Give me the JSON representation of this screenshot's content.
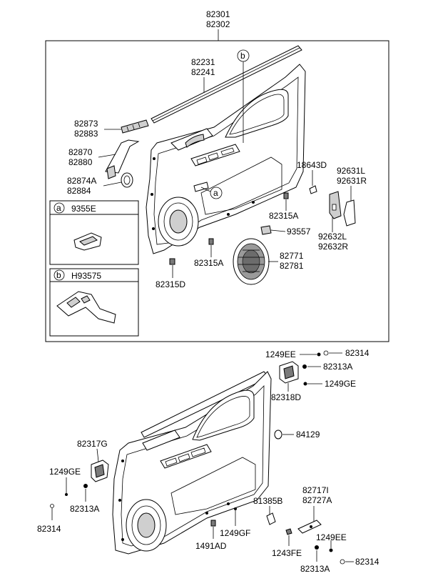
{
  "top_assembly": {
    "line1": "82301",
    "line2": "82302"
  },
  "callouts": {
    "c82231": {
      "line1": "82231",
      "line2": "82241"
    },
    "c82873": {
      "line1": "82873",
      "line2": "82883"
    },
    "c82870": {
      "line1": "82870",
      "line2": "82880"
    },
    "c82874": {
      "line1": "82874A",
      "line2": "82884"
    },
    "c18643": {
      "line1": "18643D"
    },
    "c92631": {
      "line1": "92631L",
      "line2": "92631R"
    },
    "c82315a_1": {
      "line1": "82315A"
    },
    "c93557": {
      "line1": "93557"
    },
    "c92632": {
      "line1": "92632L",
      "line2": "92632R"
    },
    "c82771": {
      "line1": "82771",
      "line2": "82781"
    },
    "c82315a_2": {
      "line1": "82315A"
    },
    "c82315d": {
      "line1": "82315D"
    },
    "c1249ee_top": {
      "line1": "1249EE"
    },
    "c82314_top": {
      "line1": "82314"
    },
    "c82313a_top": {
      "line1": "82313A"
    },
    "c1249ge_top": {
      "line1": "1249GE"
    },
    "c82318d": {
      "line1": "82318D"
    },
    "c84129": {
      "line1": "84129"
    },
    "c82317g": {
      "line1": "82317G"
    },
    "c1249ge_left": {
      "line1": "1249GE"
    },
    "c82313a_left": {
      "line1": "82313A"
    },
    "c82314_left": {
      "line1": "82314"
    },
    "c81385b": {
      "line1": "81385B"
    },
    "c82717": {
      "line1": "82717I",
      "line2": "82727A"
    },
    "c1249gf": {
      "line1": "1249GF"
    },
    "c1491ad": {
      "line1": "1491AD"
    },
    "c1249ee_bot": {
      "line1": "1249EE"
    },
    "c1243fe": {
      "line1": "1243FE"
    },
    "c82314_bot": {
      "line1": "82314"
    },
    "c82313a_bot": {
      "line1": "82313A"
    }
  },
  "insets": {
    "a": {
      "letter": "a",
      "part": "9355E"
    },
    "b": {
      "letter": "b",
      "part": "H93575"
    }
  },
  "markers": {
    "a": "a",
    "b": "b"
  }
}
